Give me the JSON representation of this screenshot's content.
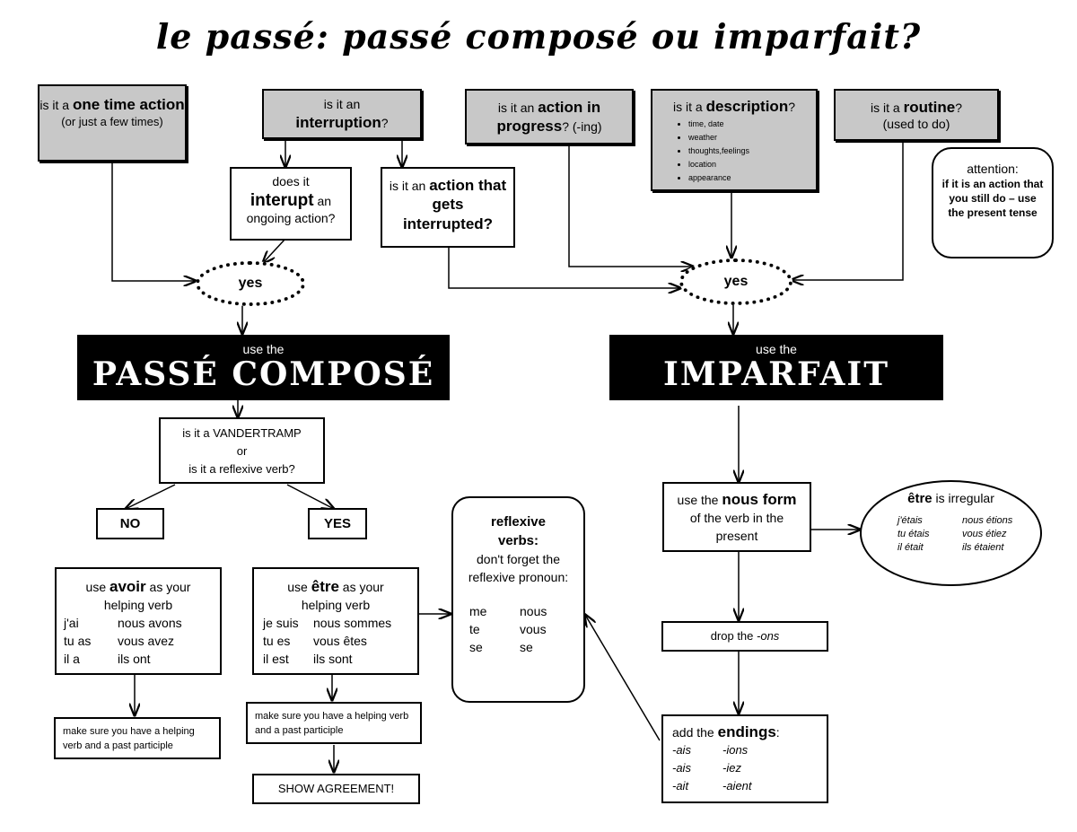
{
  "title": "le passé: passé composé ou imparfait?",
  "q_one_time": {
    "pre": "is it a ",
    "big": "one time action",
    "sub": "(or just a few times)"
  },
  "q_interruption": {
    "pre": "is it an",
    "big": "interruption",
    "post": "?"
  },
  "q_interrupt_ongoing": {
    "pre": "does it",
    "big": "interupt",
    "post1": " an",
    "post2": "ongoing action?"
  },
  "q_action_interrupted": {
    "pre": "is it an ",
    "big": "action that gets interrupted?"
  },
  "q_progress": {
    "pre": "is it an ",
    "big1": "action in",
    "big2": "progress",
    "post": "? (-ing)"
  },
  "q_description": {
    "pre": "is it a ",
    "big": "description",
    "post": "?",
    "items": [
      "time, date",
      "weather",
      "thoughts,feelings",
      "location",
      "appearance"
    ]
  },
  "q_routine": {
    "pre": "is it a ",
    "big": "routine",
    "post": "?",
    "sub": "(used to do)"
  },
  "attention": {
    "label": "attention:",
    "text": "if it is an action that you still do – use the present tense"
  },
  "yes_left": "yes",
  "yes_right": "yes",
  "pc_header": {
    "small": "use the",
    "large": "PASSÉ COMPOSÉ"
  },
  "imp_header": {
    "small": "use the",
    "large": "IMPARFAIT"
  },
  "vandertramp": {
    "l1": "is it a VANDERTRAMP",
    "l2": "or",
    "l3": "is it a reflexive verb?"
  },
  "no_label": "NO",
  "yes_label": "YES",
  "avoir": {
    "pre": "use ",
    "big": "avoir",
    "post": " as your",
    "l2": "helping verb",
    "conj": [
      "j'ai",
      "nous avons",
      "tu as",
      "vous avez",
      "il a",
      "ils ont"
    ]
  },
  "etre": {
    "pre": "use ",
    "big": "être",
    "post": " as your",
    "l2": "helping verb",
    "conj": [
      "je suis",
      "nous sommes",
      "tu es",
      "vous êtes",
      "il est",
      "ils sont"
    ]
  },
  "reflexive": {
    "t1": "reflexive",
    "t2": "verbs:",
    "body": "don't forget the reflexive pronoun:",
    "pron": [
      "me",
      "nous",
      "te",
      "vous",
      "se",
      "se"
    ]
  },
  "helper_left": "make sure you have a helping verb and a past participle",
  "helper_right": "make sure you have a helping verb and a past participle",
  "agreement": "SHOW AGREEMENT!",
  "nous_form": {
    "pre": "use the ",
    "big": "nous form",
    "l2": "of the verb in the",
    "l3": "present"
  },
  "etre_irregular": {
    "big": "être",
    "post": " is irregular",
    "conj": [
      "j'étais",
      "nous étions",
      "tu étais",
      "vous étiez",
      "il était",
      "ils étaient"
    ]
  },
  "drop_ons": {
    "pre": "drop the ",
    "it": "-ons"
  },
  "endings": {
    "pre": "add the ",
    "big": "endings",
    "post": ":",
    "conj": [
      "-ais",
      "-ions",
      "-ais",
      "-iez",
      "-ait",
      "-aient"
    ]
  }
}
